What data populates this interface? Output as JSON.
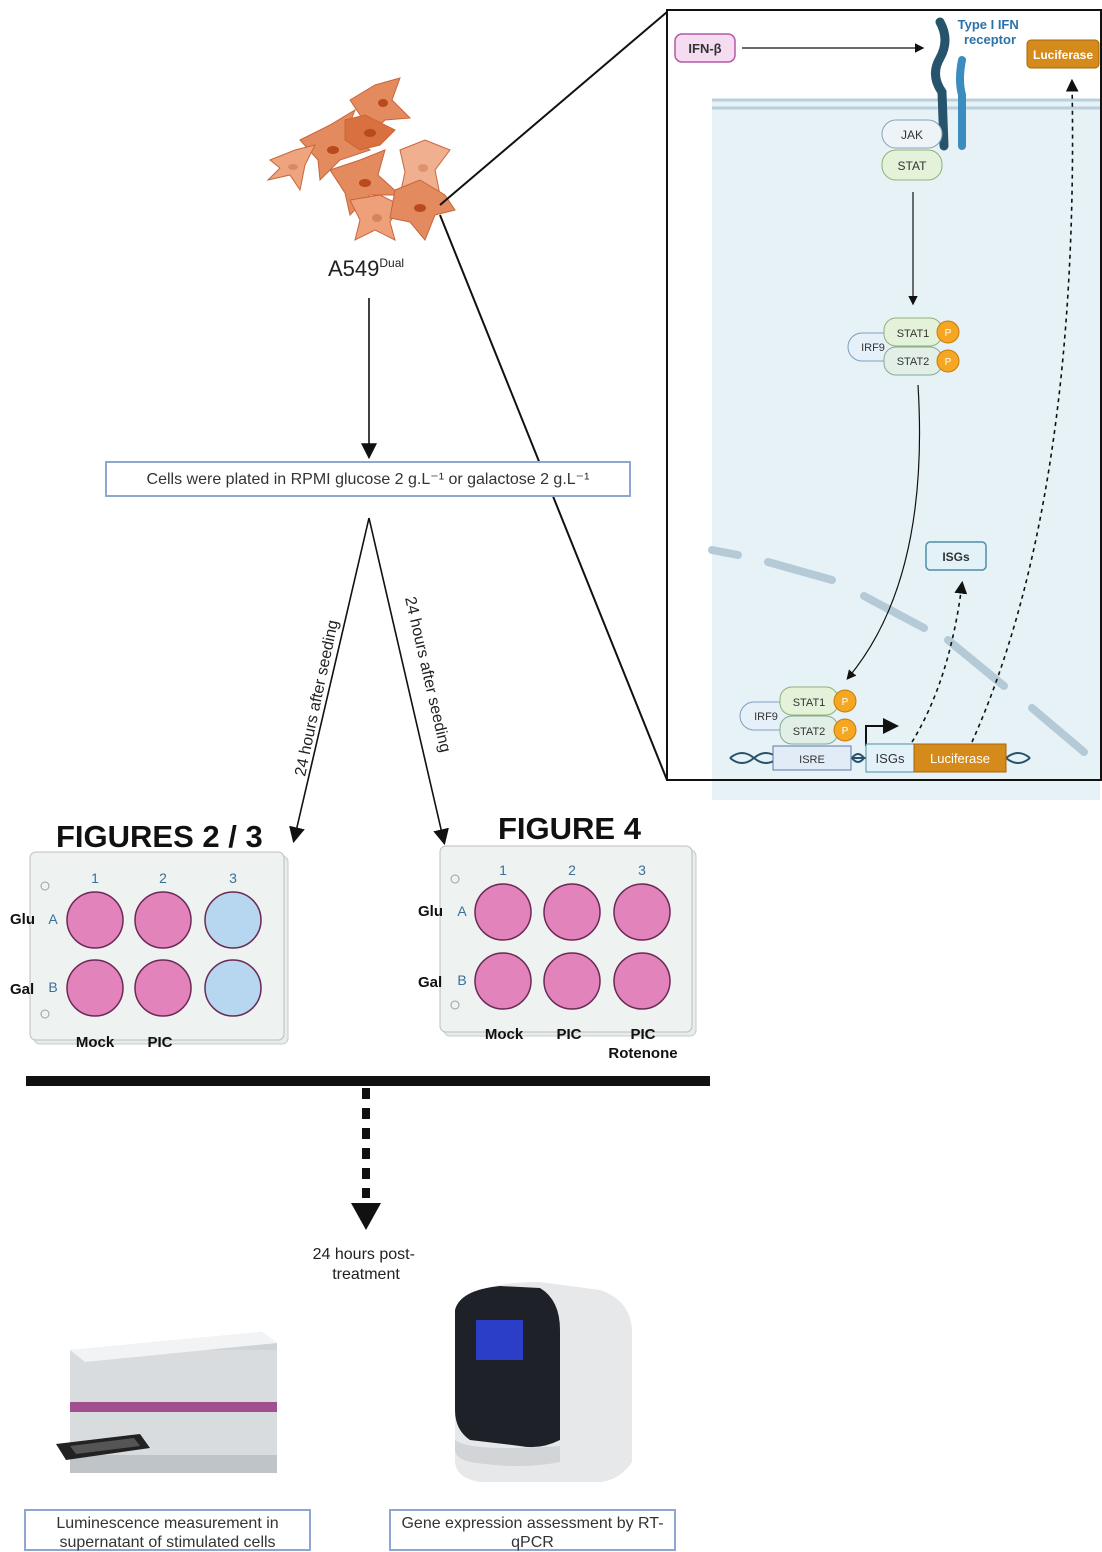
{
  "cell_line": {
    "base": "A549",
    "superscript": "Dual"
  },
  "plating_text": "Cells were plated in RPMI glucose 2 g.L⁻¹ or galactose 2 g.L⁻¹",
  "branch_left_label": "24 hours after seeding",
  "branch_right_label": "24 hours after seeding",
  "plate_left": {
    "heading": "FIGURES 2 / 3",
    "columns": [
      "1",
      "2",
      "3"
    ],
    "rows": [
      "A",
      "B"
    ],
    "row_labels": [
      "Glu",
      "Gal"
    ],
    "bottom_labels": [
      "Mock",
      "PIC"
    ],
    "well_colors": [
      [
        "#e283bc",
        "#e283bc",
        "#b7d6f0"
      ],
      [
        "#e283bc",
        "#e283bc",
        "#b7d6f0"
      ]
    ]
  },
  "plate_right": {
    "heading": "FIGURE 4",
    "columns": [
      "1",
      "2",
      "3"
    ],
    "rows": [
      "A",
      "B"
    ],
    "row_labels": [
      "Glu",
      "Gal"
    ],
    "bottom_labels": [
      "Mock",
      "PIC",
      "PIC",
      "Rotenone"
    ],
    "well_colors": [
      [
        "#e283bc",
        "#e283bc",
        "#e283bc"
      ],
      [
        "#e283bc",
        "#e283bc",
        "#e283bc"
      ]
    ]
  },
  "post_treatment": "24 hours post-treatment",
  "readout_left": "Luminescence measurement in supernatant of stimulated cells",
  "readout_right": "Gene expression assessment by RT-qPCR",
  "pathway": {
    "ligand": "IFN-β",
    "receptor": "Type I IFN receptor",
    "luciferase_top": "Luciferase",
    "jak": "JAK",
    "stat": "STAT",
    "irf9": "IRF9",
    "stat1": "STAT1",
    "stat2": "STAT2",
    "phospho": "P",
    "isgs_product": "ISGs",
    "isre": "ISRE",
    "isgs_gene": "ISGs",
    "luciferase_gene": "Luciferase"
  },
  "colors": {
    "pink_well": "#e283bc",
    "blue_well": "#b7d6f0",
    "cell_orange": "#e0784a",
    "phospho_orange": "#f5a623",
    "luciferase": "#d58a1c",
    "box_border": "#8fa7cf"
  }
}
